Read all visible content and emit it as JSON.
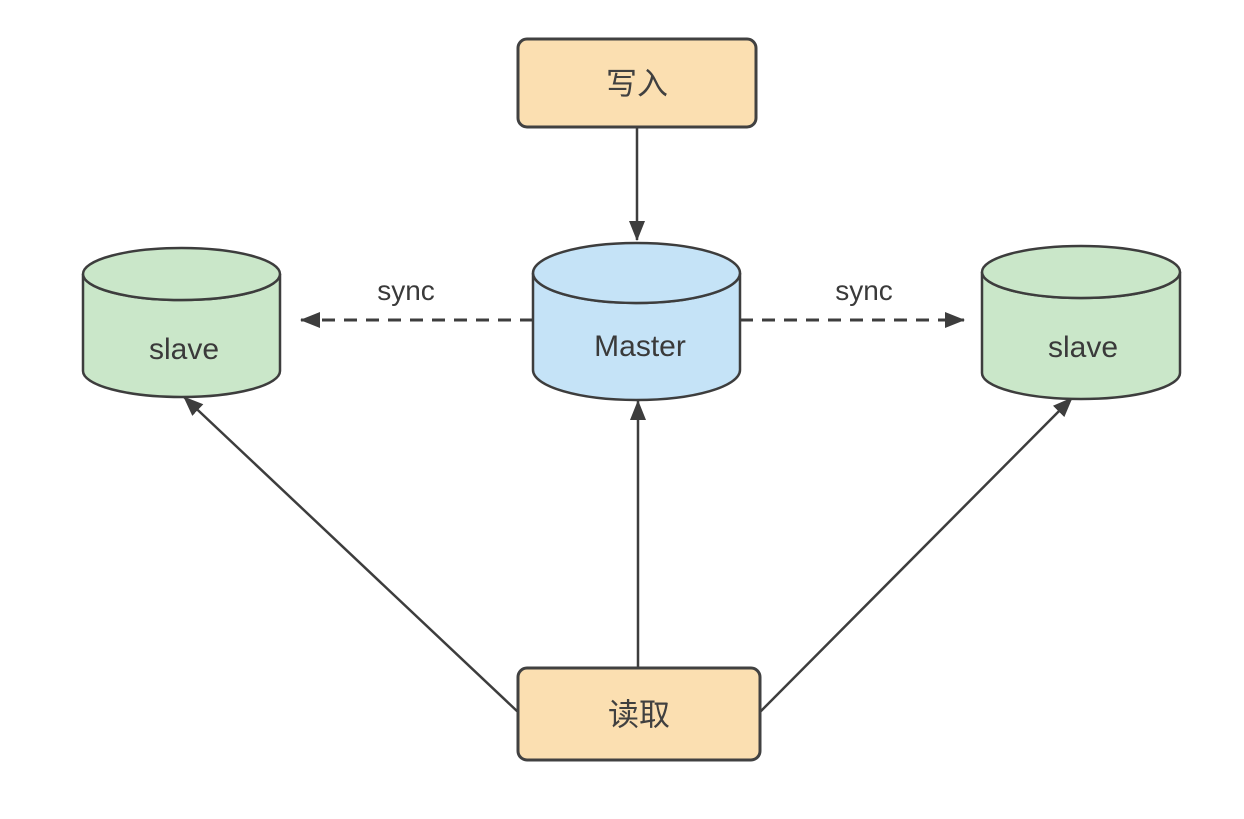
{
  "diagram": {
    "background_color": "#ffffff",
    "line_color": "#3d3d3d",
    "text_color": "#3a3a3a",
    "nodes": {
      "write_box": {
        "label": "写入",
        "fill": "#fbdfb1",
        "stroke": "#414141",
        "shape": "rounded-rect"
      },
      "read_box": {
        "label": "读取",
        "fill": "#fbdfb1",
        "stroke": "#414141",
        "shape": "rounded-rect"
      },
      "master_db": {
        "label": "Master",
        "fill": "#c5e3f7",
        "stroke": "#3d3d3d",
        "shape": "cylinder"
      },
      "slave_left_db": {
        "label": "slave",
        "fill": "#cae7c9",
        "stroke": "#3d3d3d",
        "shape": "cylinder"
      },
      "slave_right_db": {
        "label": "slave",
        "fill": "#cae7c9",
        "stroke": "#3d3d3d",
        "shape": "cylinder"
      }
    },
    "edges": {
      "write_to_master": {
        "style": "solid",
        "arrow": "to-master"
      },
      "read_to_master": {
        "style": "solid",
        "arrow": "to-master"
      },
      "read_to_slave_left": {
        "style": "solid",
        "arrow": "to-slave"
      },
      "read_to_slave_right": {
        "style": "solid",
        "arrow": "to-slave"
      },
      "sync_left": {
        "label": "sync",
        "style": "dashed",
        "arrow": "to-slave"
      },
      "sync_right": {
        "label": "sync",
        "style": "dashed",
        "arrow": "to-slave"
      }
    }
  }
}
